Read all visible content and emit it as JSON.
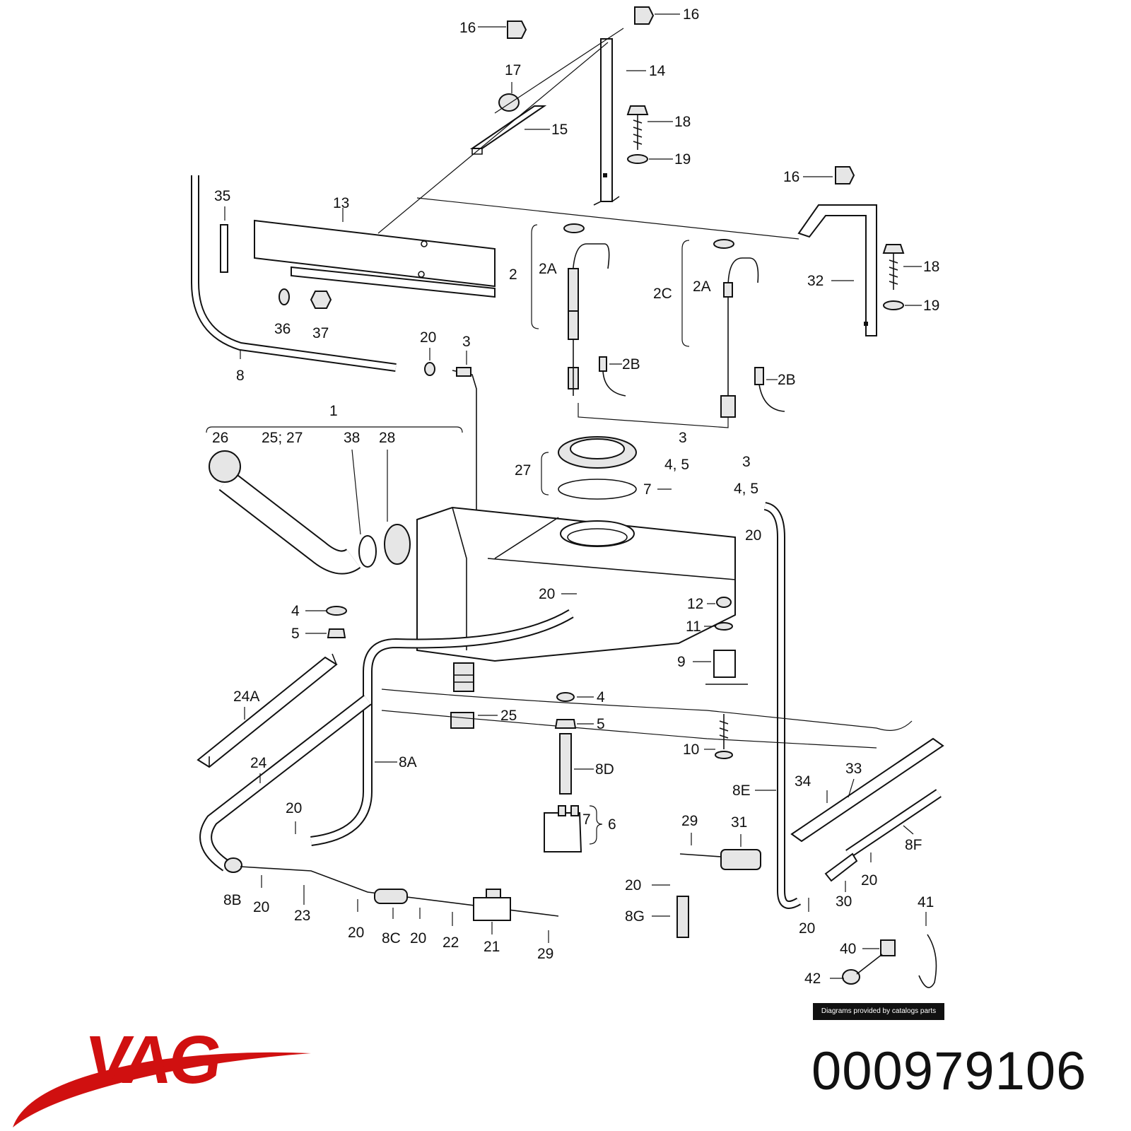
{
  "brand": {
    "logo_text": "VAG",
    "logo_color": "#d01010"
  },
  "part_number": "000979106",
  "credit": "Diagrams provided by catalogs parts",
  "callouts": {
    "c16a": "16",
    "c16b": "16",
    "c16c": "16",
    "c17": "17",
    "c14": "14",
    "c15": "15",
    "c18a": "18",
    "c19a": "19",
    "c18b": "18",
    "c19b": "19",
    "c35": "35",
    "c13": "13",
    "c36": "36",
    "c37": "37",
    "c32": "32",
    "c2": "2",
    "c2A_1": "2A",
    "c2A_2": "2A",
    "c2C": "2C",
    "c2B_1": "2B",
    "c2B_2": "2B",
    "c20_top": "20",
    "c3_top": "3",
    "c8": "8",
    "c1": "1",
    "c26": "26",
    "c25_27": "25; 27",
    "c38": "38",
    "c28": "28",
    "c27": "27",
    "c3_mid1": "3",
    "c45_mid1": "4, 5",
    "c3_mid2": "3",
    "c45_mid2": "4, 5",
    "c7_mid": "7",
    "c20_mid": "20",
    "c20_tank": "20",
    "c4_left": "4",
    "c5_left": "5",
    "c12": "12",
    "c11": "11",
    "c9": "9",
    "c24A": "24A",
    "c25": "25",
    "c4_low": "4",
    "c5_low": "5",
    "c10": "10",
    "c24": "24",
    "c8A": "8A",
    "c8D": "8D",
    "c7_low": "7",
    "c6": "6",
    "c34": "34",
    "c33": "33",
    "c8E": "8E",
    "c8F": "8F",
    "c20_l1": "20",
    "c29_r": "29",
    "c31": "31",
    "c8B": "8B",
    "c20_l2": "20",
    "c23": "23",
    "c20_l3": "20",
    "c8C": "8C",
    "c20_l4": "20",
    "c22": "22",
    "c21": "21",
    "c29_l": "29",
    "c20_r1": "20",
    "c8G": "8G",
    "c20_r2": "20",
    "c30": "30",
    "c20_r3": "20",
    "c41": "41",
    "c40": "40",
    "c42": "42"
  }
}
